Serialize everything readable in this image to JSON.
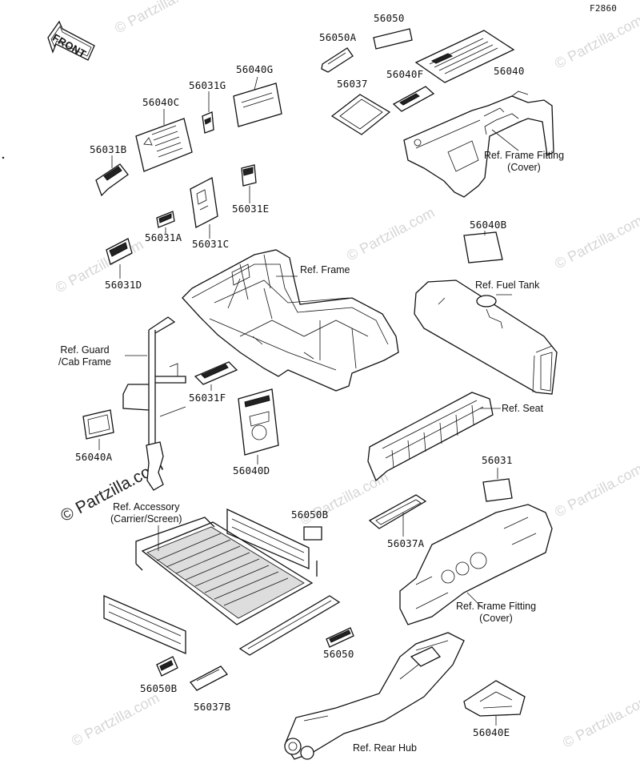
{
  "diagram": {
    "code": "F2860",
    "front_label": "FRONT",
    "watermark_text": "© Partzilla.com",
    "parts": [
      {
        "id": "p-56050",
        "label": "56050"
      },
      {
        "id": "p-56050a",
        "label": "56050A"
      },
      {
        "id": "p-56040g",
        "label": "56040G"
      },
      {
        "id": "p-56031g",
        "label": "56031G"
      },
      {
        "id": "p-56037",
        "label": "56037"
      },
      {
        "id": "p-56040f",
        "label": "56040F"
      },
      {
        "id": "p-56040",
        "label": "56040"
      },
      {
        "id": "p-56040c",
        "label": "56040C"
      },
      {
        "id": "p-56031b",
        "label": "56031B"
      },
      {
        "id": "p-56031e",
        "label": "56031E"
      },
      {
        "id": "p-56031a",
        "label": "56031A"
      },
      {
        "id": "p-56031c",
        "label": "56031C"
      },
      {
        "id": "p-56040b",
        "label": "56040B"
      },
      {
        "id": "p-56031d",
        "label": "56031D"
      },
      {
        "id": "p-56031f",
        "label": "56031F"
      },
      {
        "id": "p-56040a",
        "label": "56040A"
      },
      {
        "id": "p-56040d",
        "label": "56040D"
      },
      {
        "id": "p-56031",
        "label": "56031"
      },
      {
        "id": "p-56050b-top",
        "label": "56050B"
      },
      {
        "id": "p-56037a",
        "label": "56037A"
      },
      {
        "id": "p-56050-bottom",
        "label": "56050"
      },
      {
        "id": "p-56050b-bottom",
        "label": "56050B"
      },
      {
        "id": "p-56037b",
        "label": "56037B"
      },
      {
        "id": "p-56040e",
        "label": "56040E"
      }
    ],
    "references": [
      {
        "id": "ref-frame-fitting-top",
        "lines": [
          "Ref. Frame Fitting",
          "(Cover)"
        ]
      },
      {
        "id": "ref-frame",
        "lines": [
          "Ref. Frame"
        ]
      },
      {
        "id": "ref-fuel-tank",
        "lines": [
          "Ref. Fuel Tank"
        ]
      },
      {
        "id": "ref-guard",
        "lines": [
          "Ref. Guard",
          "/Cab Frame"
        ]
      },
      {
        "id": "ref-seat",
        "lines": [
          "Ref. Seat"
        ]
      },
      {
        "id": "ref-accessory",
        "lines": [
          "Ref. Accessory",
          "(Carrier/Screen)"
        ]
      },
      {
        "id": "ref-frame-fitting-bottom",
        "lines": [
          "Ref. Frame Fitting",
          "(Cover)"
        ]
      },
      {
        "id": "ref-rear-hub",
        "lines": [
          "Ref. Rear Hub"
        ]
      }
    ]
  }
}
